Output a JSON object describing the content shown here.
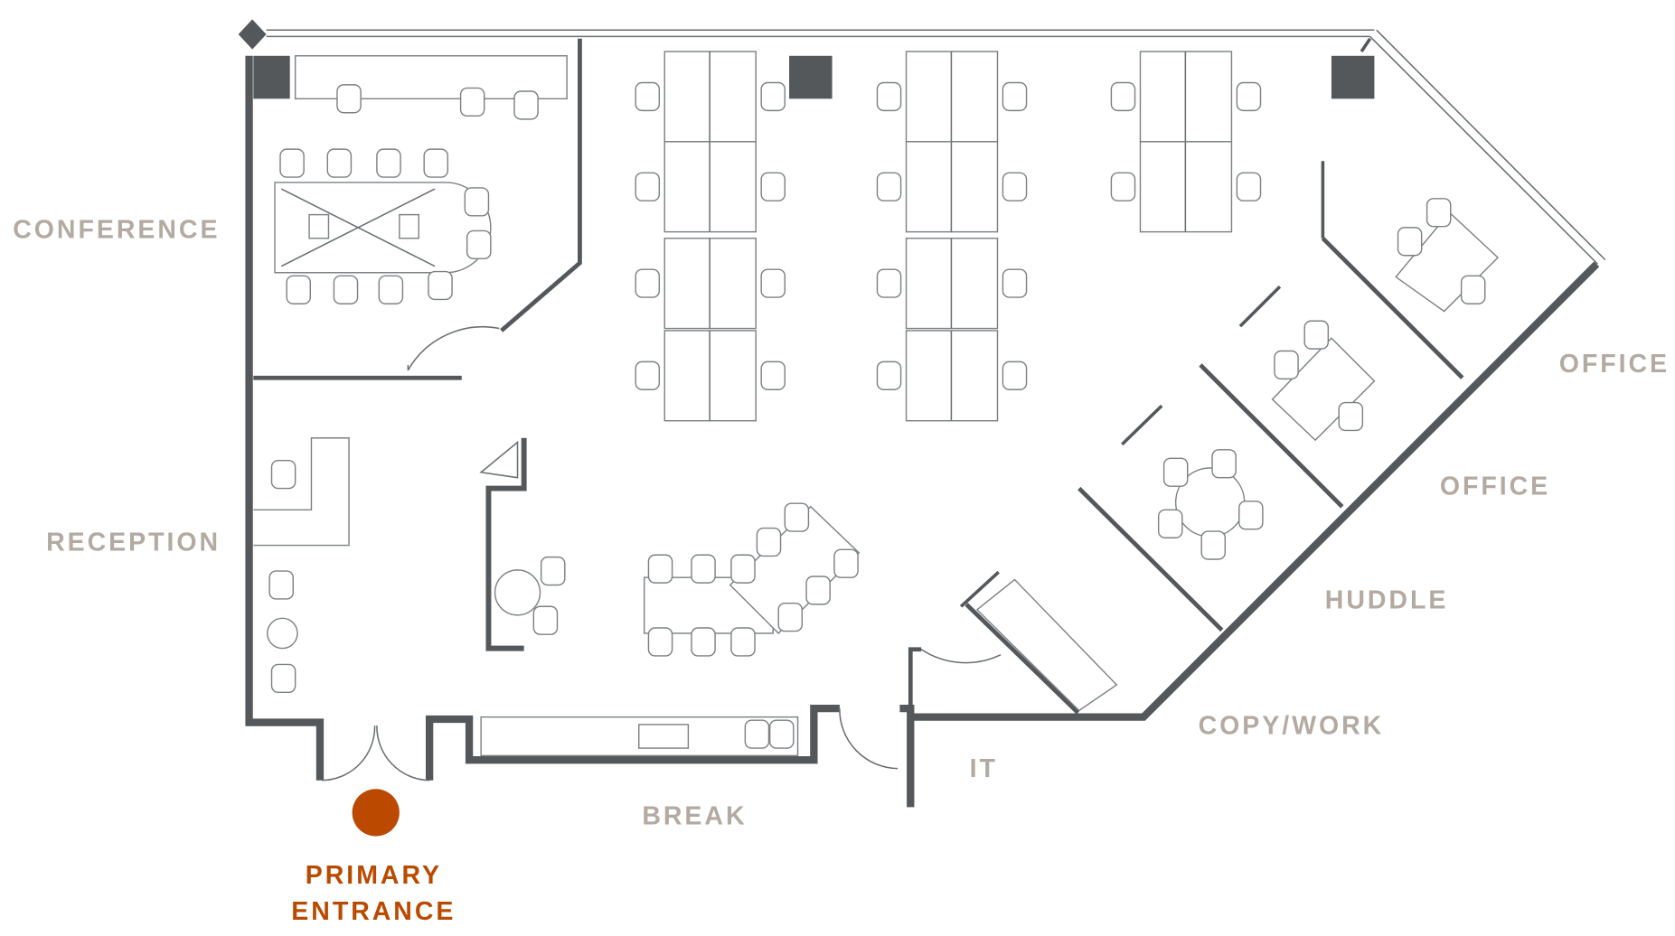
{
  "title": "Office Floor Plan",
  "colors": {
    "wall": "#54585b",
    "label": "#b3aaa2",
    "entrance": "#bb4a00"
  },
  "rooms": {
    "conference": "CONFERENCE",
    "reception": "RECEPTION",
    "break": "BREAK",
    "it": "IT",
    "copy_work": "COPY/WORK",
    "huddle": "HUDDLE",
    "office_1": "OFFICE",
    "office_2": "OFFICE"
  },
  "entrance": {
    "line1": "PRIMARY",
    "line2": "ENTRANCE",
    "marker_icon": "location-dot-icon"
  }
}
